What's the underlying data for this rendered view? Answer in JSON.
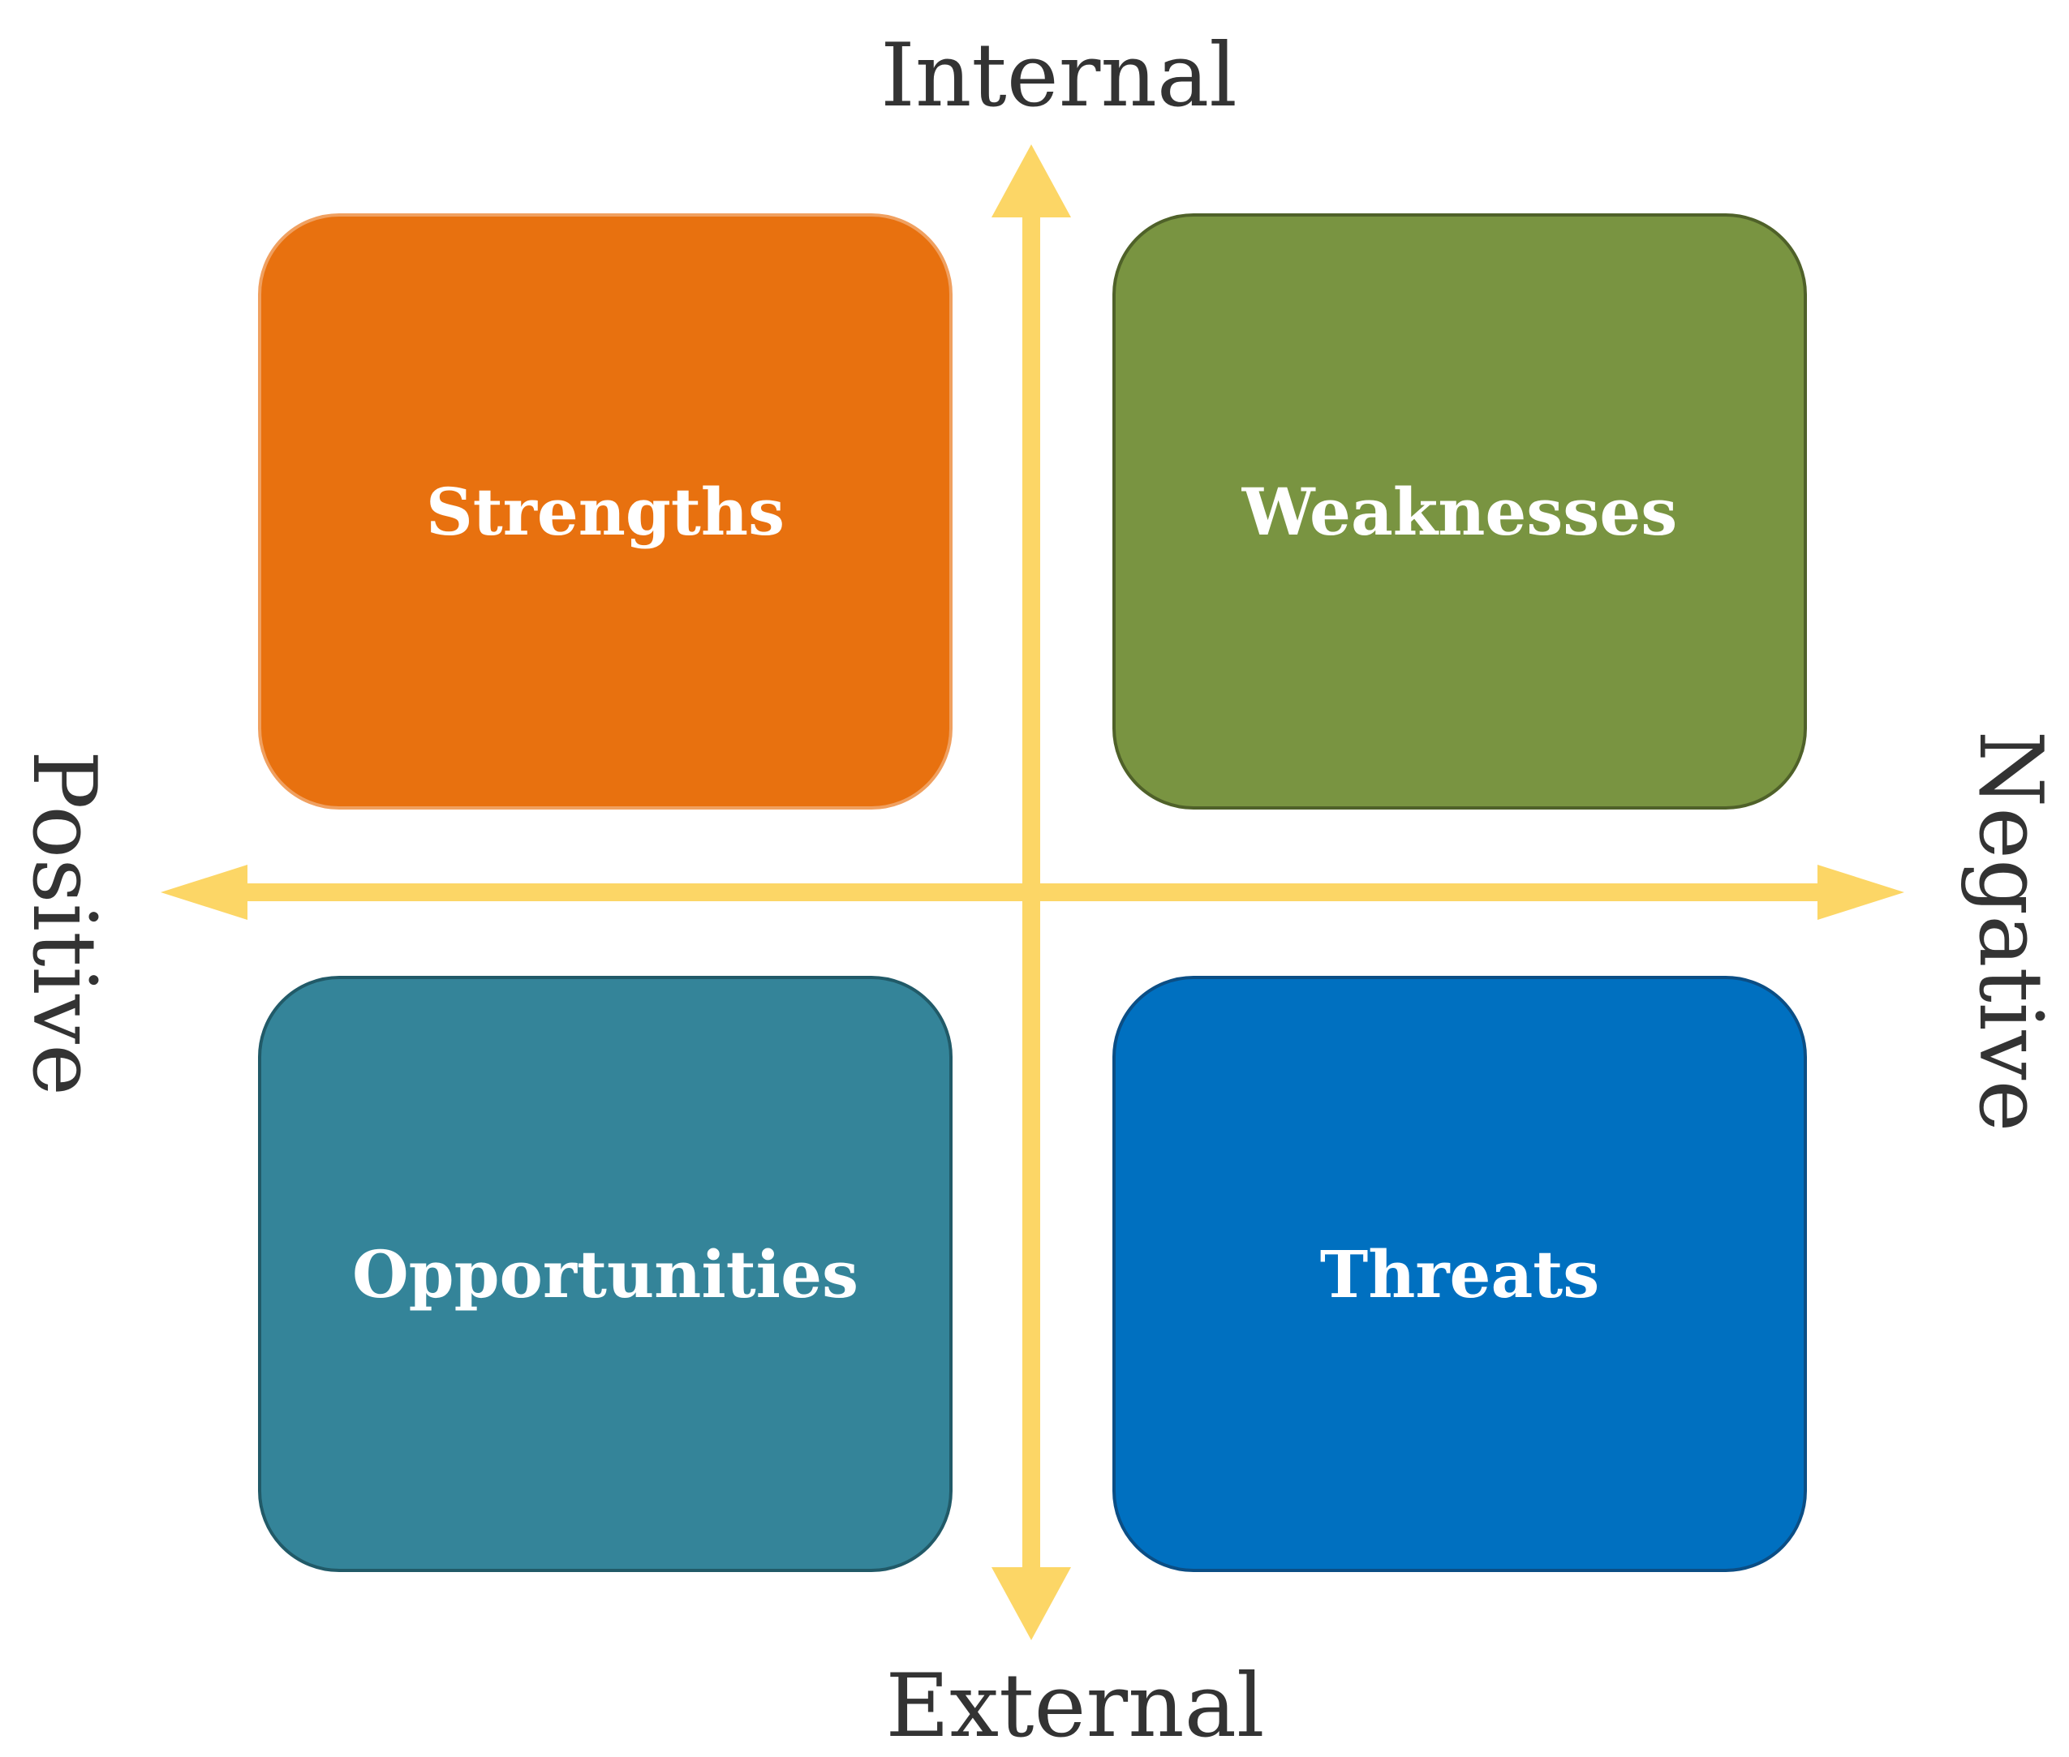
{
  "axes": {
    "top_label": "Internal",
    "bottom_label": "External",
    "left_label": "Positive",
    "right_label": "Negative",
    "arrow_color": "#FCD666"
  },
  "quadrants": [
    {
      "id": "strengths",
      "label": "Strengths",
      "fill": "#E8710F",
      "border": "#F0A060"
    },
    {
      "id": "weaknesses",
      "label": "Weaknesses",
      "fill": "#799441",
      "border": "#4F6129"
    },
    {
      "id": "opportunities",
      "label": "Opportunities",
      "fill": "#348499",
      "border": "#215A68"
    },
    {
      "id": "threats",
      "label": "Threats",
      "fill": "#0070C0",
      "border": "#0B4E85"
    }
  ]
}
